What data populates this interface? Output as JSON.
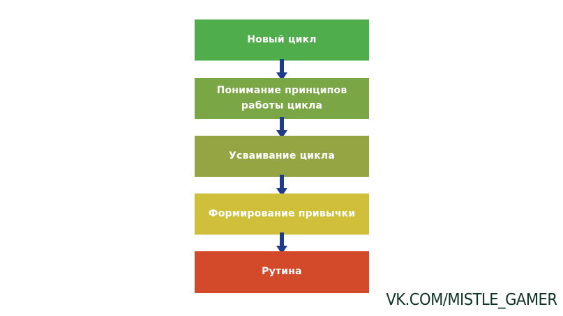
{
  "flow": {
    "steps": [
      {
        "label": "Новый цикл",
        "color": "#50ad4b"
      },
      {
        "label": "Понимание принципов работы цикла",
        "color": "#7aa646"
      },
      {
        "label": "Усваивание цикла",
        "color": "#96a544"
      },
      {
        "label": "Формирование привычки",
        "color": "#d0bf3a"
      },
      {
        "label": "Рутина",
        "color": "#d24a2a"
      }
    ],
    "arrow_color": "#1f3b8c"
  },
  "watermark": {
    "text": "VK.COM/MISTLE_GAMER",
    "color": "#0e3326"
  }
}
